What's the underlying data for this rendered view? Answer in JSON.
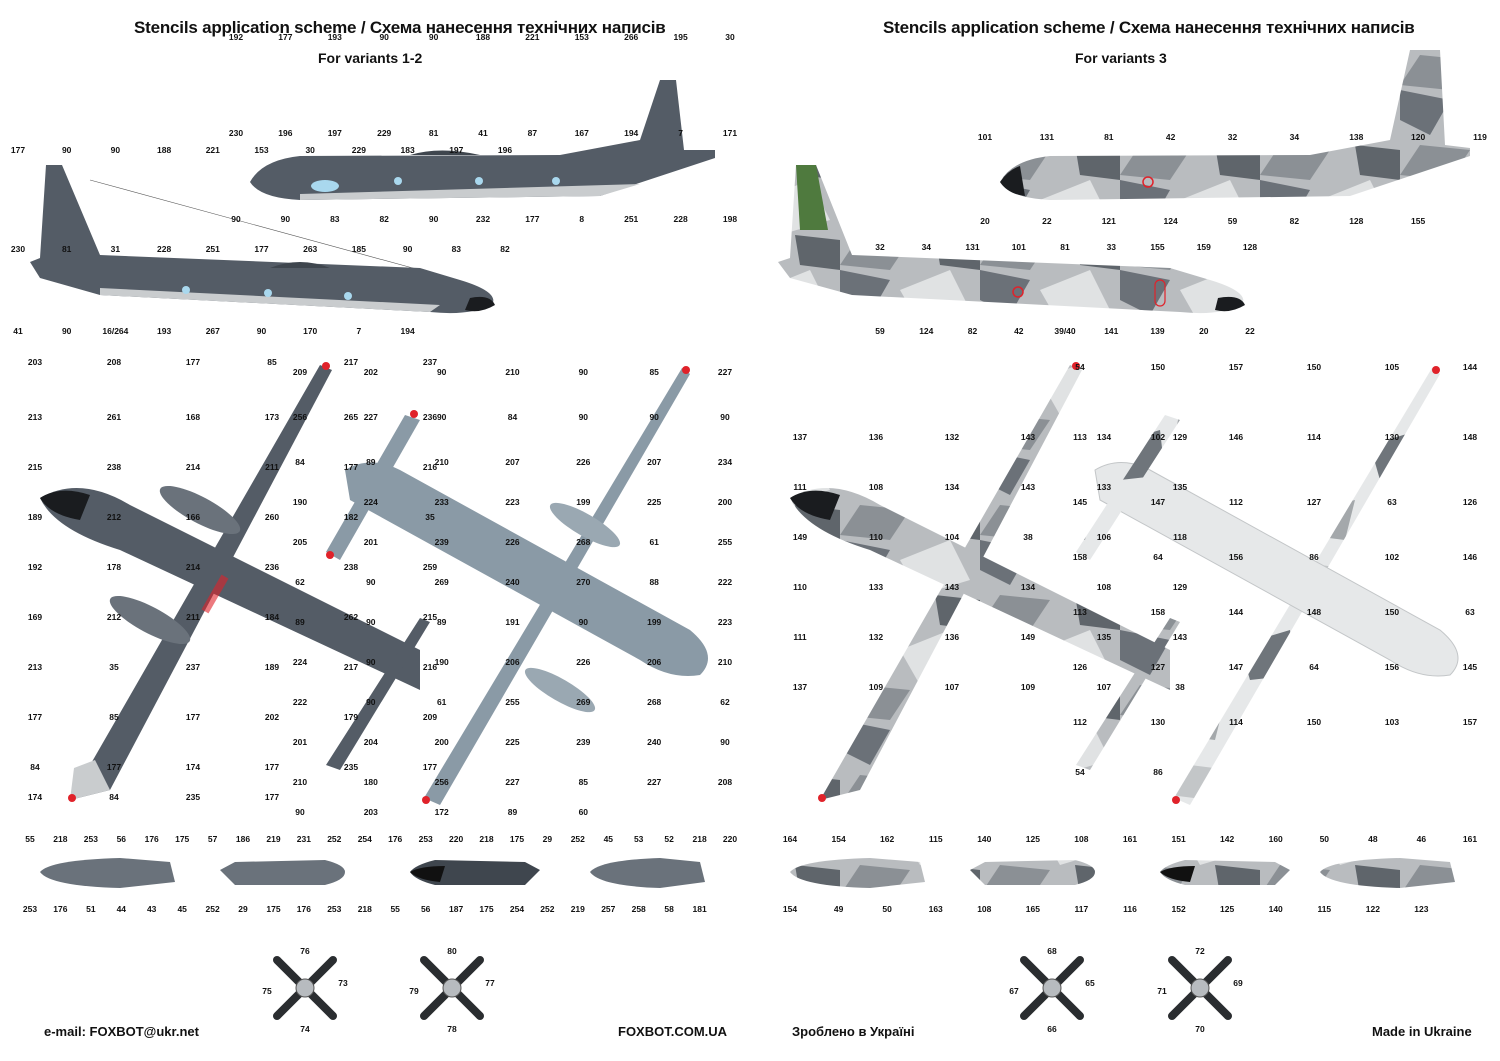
{
  "left": {
    "title": "Stencils application scheme / Схема нанесення технічних написів",
    "subtitle": "For variants 1-2"
  },
  "right": {
    "title": "Stencils application scheme / Схема нанесення технічних написів",
    "subtitle": "For variants 3"
  },
  "footer": {
    "email": "e-mail: FOXBOT@ukr.net",
    "site": "FOXBOT.COM.UA",
    "made_ua": "Зроблено в Україні",
    "made_en": "Made in Ukraine"
  },
  "colors": {
    "dark_grey": "#545c66",
    "blue_grey": "#8a9aa6",
    "light_grey": "#c9ccce",
    "camo_mid": "#8f9396",
    "camo_dark": "#646a70",
    "white_camo": "#e4e6e7",
    "red_tip": "#e0222a",
    "window_blue": "#a9d8ee"
  },
  "callouts": {
    "side_upper_left": [
      "192",
      "177",
      "193",
      "90",
      "90",
      "188",
      "221",
      "153",
      "266",
      "195",
      "30",
      "230",
      "196",
      "197",
      "229",
      "81",
      "41",
      "87",
      "167",
      "194",
      "7",
      "171",
      "90",
      "90",
      "83",
      "82",
      "90",
      "232",
      "177",
      "8",
      "251",
      "228",
      "198"
    ],
    "side_lower_left": [
      "177",
      "90",
      "90",
      "188",
      "221",
      "153",
      "30",
      "229",
      "183",
      "197",
      "196",
      "230",
      "81",
      "31",
      "228",
      "251",
      "177",
      "263",
      "185",
      "90",
      "83",
      "82",
      "41",
      "90",
      "16/264",
      "193",
      "267",
      "90",
      "170",
      "7",
      "194"
    ],
    "side_upper_right": [
      "101",
      "131",
      "81",
      "42",
      "32",
      "34",
      "138",
      "120",
      "119",
      "20",
      "22",
      "121",
      "124",
      "59",
      "82",
      "128",
      "155"
    ],
    "side_lower_right": [
      "32",
      "34",
      "131",
      "101",
      "81",
      "33",
      "155",
      "159",
      "128",
      "59",
      "124",
      "82",
      "42",
      "39/40",
      "141",
      "139",
      "20",
      "22"
    ],
    "top_left": [
      "203",
      "208",
      "177",
      "85",
      "217",
      "237",
      "213",
      "261",
      "168",
      "173",
      "265",
      "236",
      "215",
      "238",
      "214",
      "211",
      "177",
      "216",
      "189",
      "212",
      "166",
      "260",
      "182",
      "35",
      "192",
      "178",
      "214",
      "236",
      "238",
      "259",
      "169",
      "212",
      "211",
      "184",
      "262",
      "215",
      "213",
      "35",
      "237",
      "189",
      "217",
      "216",
      "177",
      "85",
      "177",
      "202",
      "179",
      "209",
      "84",
      "177",
      "174",
      "177",
      "235",
      "177",
      "174",
      "84",
      "235",
      "177"
    ],
    "bottom_left": [
      "209",
      "202",
      "90",
      "210",
      "90",
      "85",
      "227",
      "256",
      "227",
      "90",
      "84",
      "90",
      "90",
      "90",
      "84",
      "89",
      "210",
      "207",
      "226",
      "207",
      "234",
      "190",
      "224",
      "233",
      "223",
      "199",
      "225",
      "200",
      "205",
      "201",
      "239",
      "226",
      "268",
      "61",
      "255",
      "62",
      "90",
      "269",
      "240",
      "270",
      "88",
      "222",
      "89",
      "90",
      "89",
      "191",
      "90",
      "199",
      "223",
      "224",
      "90",
      "190",
      "206",
      "226",
      "206",
      "210",
      "222",
      "90",
      "61",
      "255",
      "269",
      "268",
      "62",
      "201",
      "204",
      "200",
      "225",
      "239",
      "240",
      "90",
      "210",
      "180",
      "256",
      "227",
      "85",
      "227",
      "208",
      "90",
      "203",
      "172",
      "89",
      "60"
    ],
    "top_right": [
      "137",
      "136",
      "132",
      "143",
      "134",
      "129",
      "111",
      "108",
      "134",
      "143",
      "133",
      "135",
      "149",
      "110",
      "104",
      "38",
      "106",
      "118",
      "110",
      "133",
      "143",
      "134",
      "108",
      "129",
      "111",
      "132",
      "136",
      "149",
      "135",
      "143",
      "137",
      "109",
      "107",
      "109",
      "107",
      "38"
    ],
    "bottom_right": [
      "54",
      "150",
      "157",
      "150",
      "105",
      "144",
      "113",
      "102",
      "146",
      "114",
      "130",
      "148",
      "145",
      "147",
      "112",
      "127",
      "63",
      "126",
      "158",
      "64",
      "156",
      "86",
      "102",
      "146",
      "113",
      "158",
      "144",
      "148",
      "150",
      "63",
      "126",
      "127",
      "147",
      "64",
      "156",
      "145",
      "112",
      "130",
      "114",
      "150",
      "103",
      "157",
      "54",
      "86"
    ],
    "nacelles_left": [
      "55",
      "218",
      "253",
      "56",
      "176",
      "175",
      "57",
      "186",
      "219",
      "231",
      "252",
      "254",
      "176",
      "253",
      "220",
      "218",
      "175",
      "29",
      "252",
      "45",
      "53",
      "52",
      "218",
      "220",
      "253",
      "176",
      "51",
      "44",
      "43",
      "45",
      "252",
      "29",
      "175",
      "176",
      "253",
      "218",
      "55",
      "56",
      "187",
      "175",
      "254",
      "252",
      "219",
      "257",
      "258",
      "58",
      "181"
    ],
    "nacelles_right": [
      "164",
      "154",
      "162",
      "115",
      "140",
      "125",
      "108",
      "161",
      "151",
      "142",
      "160",
      "50",
      "48",
      "46",
      "161",
      "154",
      "49",
      "50",
      "163",
      "108",
      "165",
      "117",
      "116",
      "152",
      "125",
      "140",
      "115",
      "122",
      "123"
    ],
    "propellers": [
      "76",
      "75",
      "73",
      "74",
      "80",
      "79",
      "77",
      "78",
      "68",
      "67",
      "65",
      "66",
      "72",
      "71",
      "69",
      "70"
    ]
  }
}
